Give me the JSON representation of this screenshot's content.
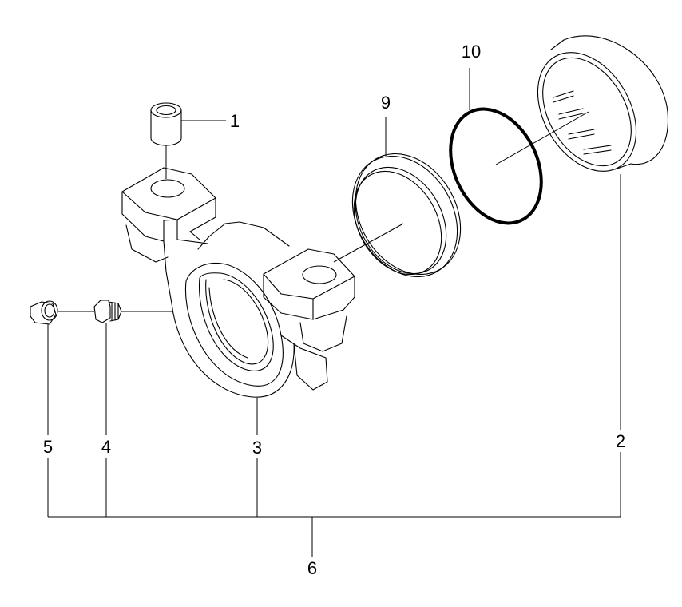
{
  "callouts": {
    "c1": "1",
    "c2": "2",
    "c3": "3",
    "c4": "4",
    "c5": "5",
    "c6": "6",
    "c9": "9",
    "c10": "10"
  }
}
